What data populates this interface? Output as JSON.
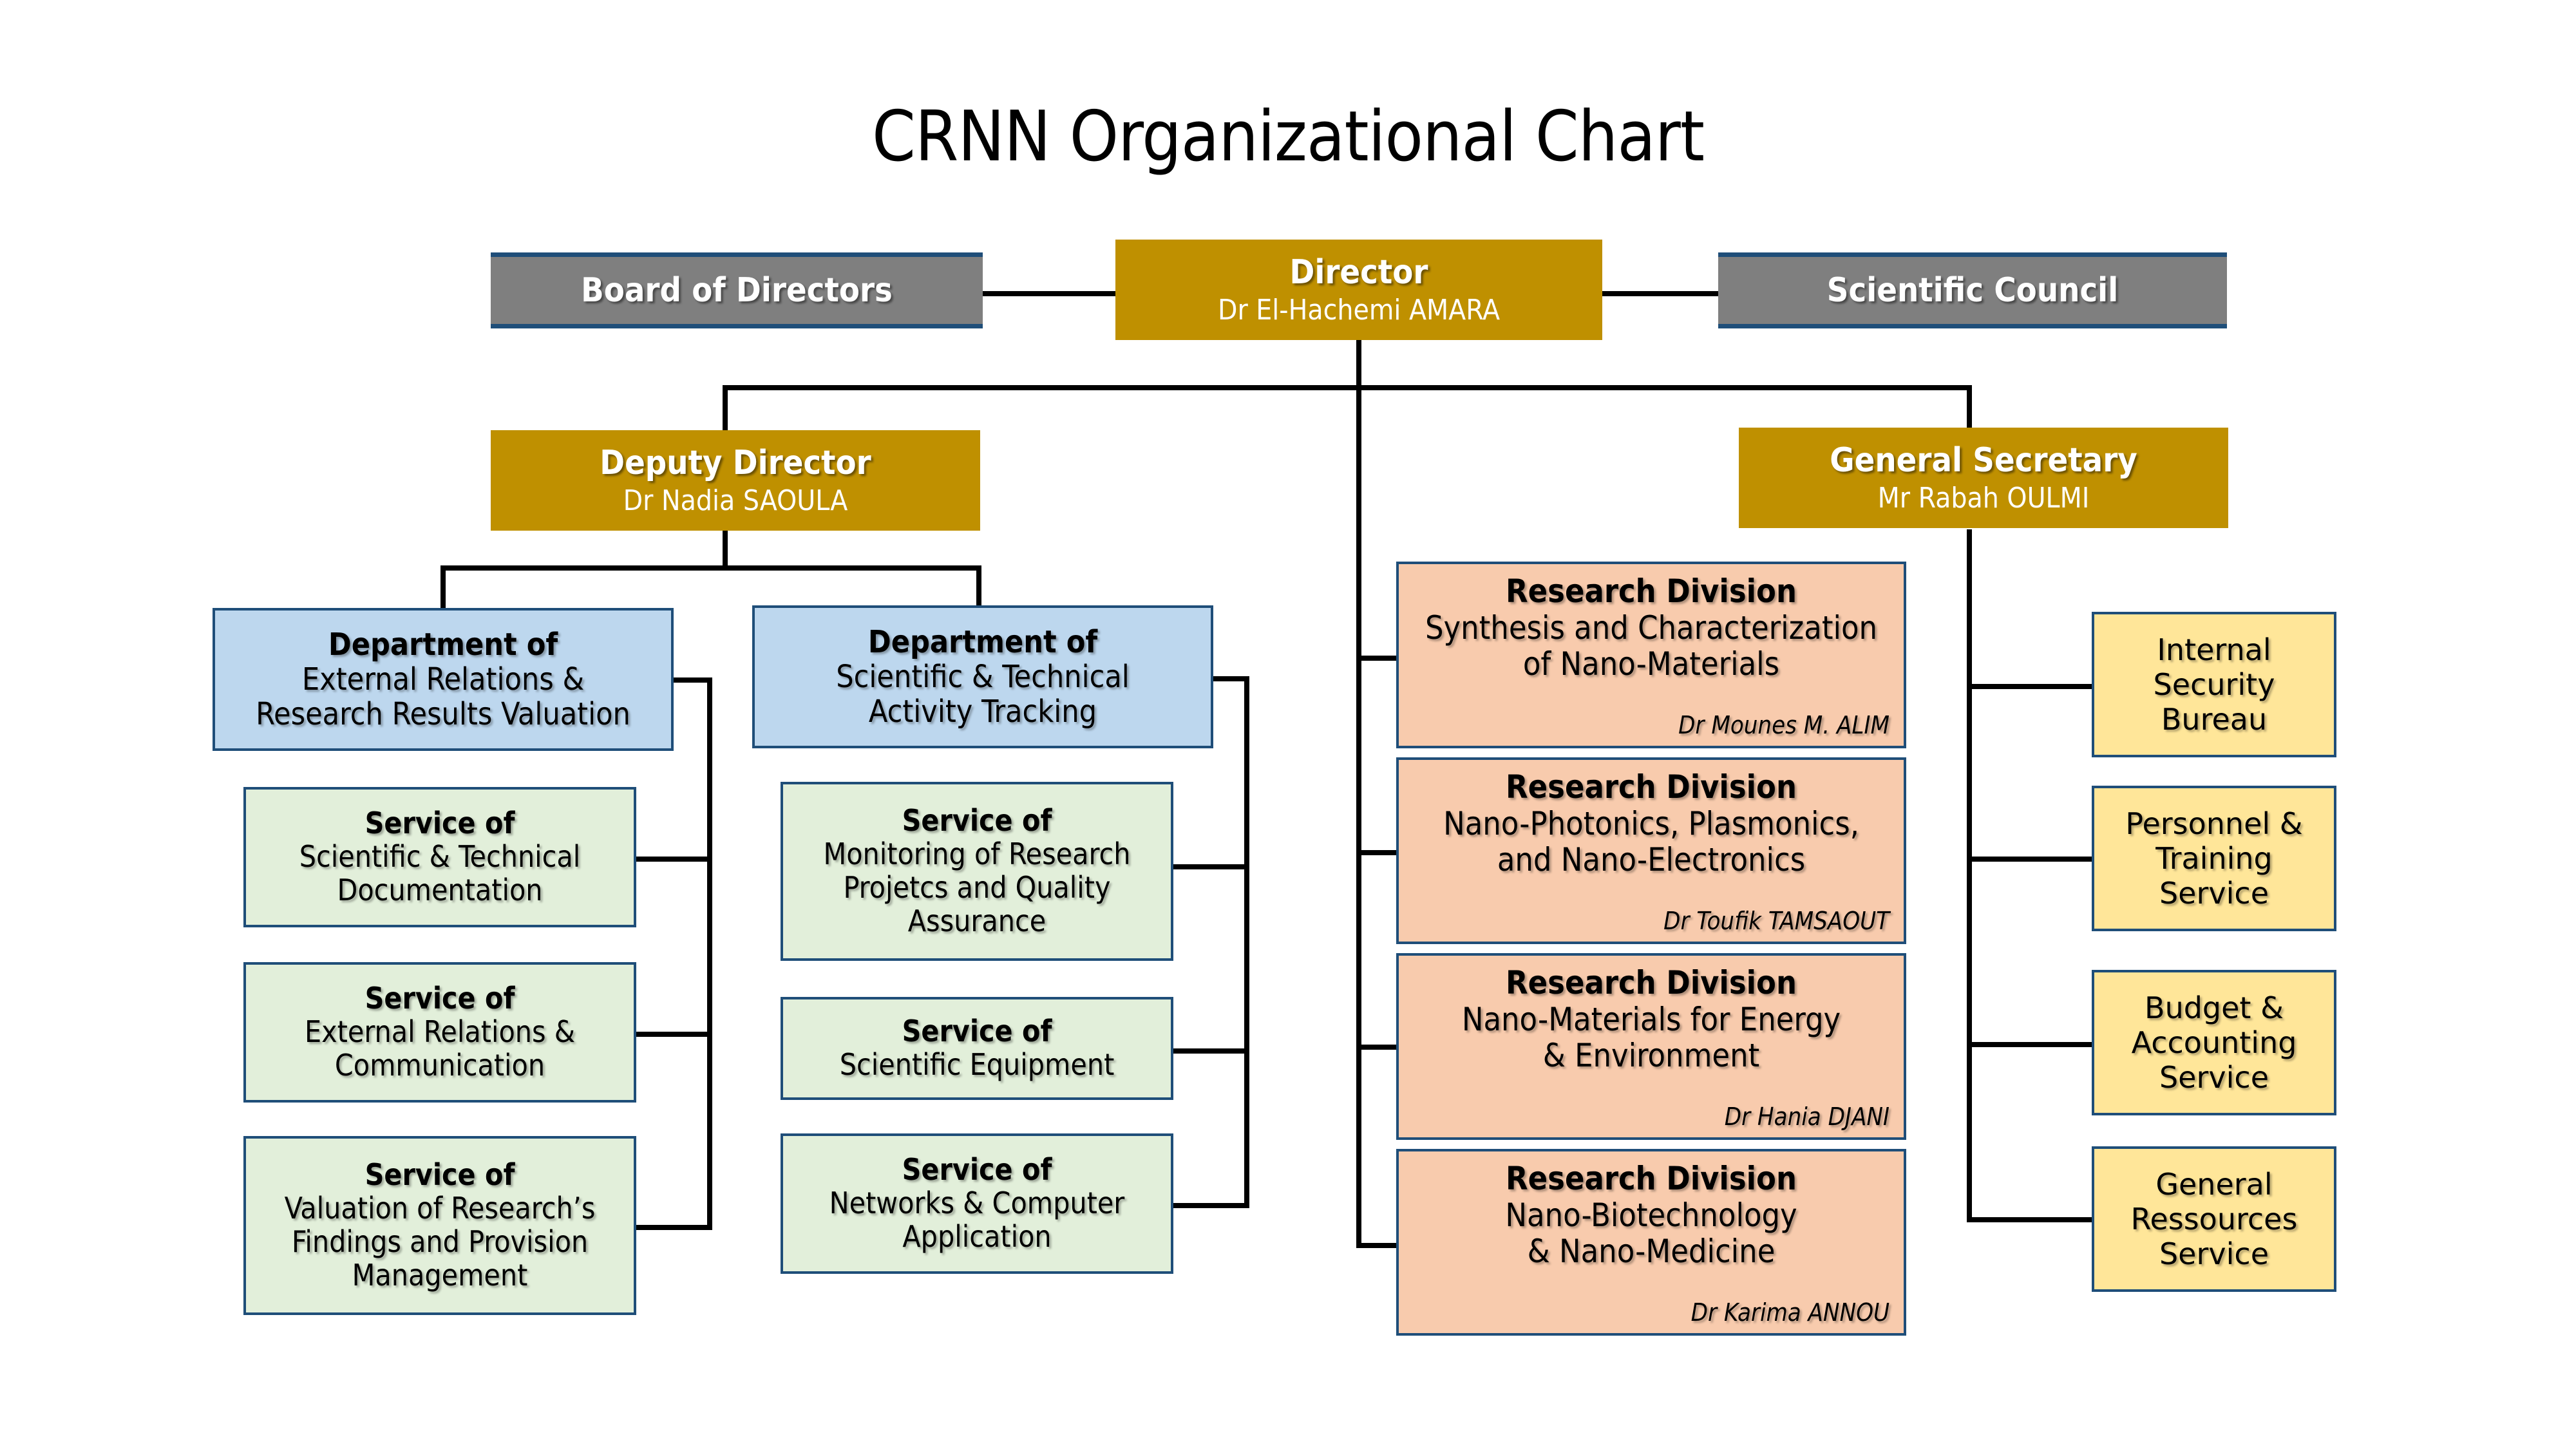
{
  "title": "CRNN Organizational Chart",
  "colors": {
    "gray": "#7f7f7f",
    "gold": "#bf9000",
    "blue": "#bdd7ee",
    "green": "#e2efda",
    "salmon": "#f8cbad",
    "yellow": "#ffe699",
    "border": "#1f4e79",
    "connector": "#000000",
    "background": "#ffffff"
  },
  "nodes": {
    "board_of_directors": {
      "label": "Board of Directors"
    },
    "scientific_council": {
      "label": "Scientific Council"
    },
    "director": {
      "role": "Director",
      "person": "Dr El-Hachemi AMARA"
    },
    "deputy_director": {
      "role": "Deputy Director",
      "person": "Dr Nadia SAOULA"
    },
    "general_secretary": {
      "role": "General Secretary",
      "person": "Mr Rabah OULMI"
    }
  },
  "departments": [
    {
      "line1": "Department of",
      "line2": "External Relations &",
      "line3": "Research Results Valuation",
      "services": [
        {
          "line1": "Service of",
          "line2": "Scientific & Technical",
          "line3": "Documentation"
        },
        {
          "line1": "Service of",
          "line2": "External Relations &",
          "line3": "Communication"
        },
        {
          "line1": "Service of",
          "line2": "Valuation of Research’s",
          "line3": "Findings and Provision",
          "line4": "Management"
        }
      ]
    },
    {
      "line1": "Department of",
      "line2": "Scientific & Technical",
      "line3": "Activity Tracking",
      "services": [
        {
          "line1": "Service of",
          "line2": "Monitoring of Research",
          "line3": "Projetcs and Quality",
          "line4": "Assurance"
        },
        {
          "line1": "Service of",
          "line2": "Scientific Equipment"
        },
        {
          "line1": "Service of",
          "line2": "Networks & Computer",
          "line3": "Application"
        }
      ]
    }
  ],
  "research_divisions": [
    {
      "heading": "Research Division",
      "line1": "Synthesis and Characterization",
      "line2": "of Nano-Materials",
      "head": "Dr Mounes M. ALIM"
    },
    {
      "heading": "Research Division",
      "line1": "Nano-Photonics, Plasmonics,",
      "line2": "and Nano-Electronics",
      "head": "Dr Toufik TAMSAOUT"
    },
    {
      "heading": "Research Division",
      "line1": "Nano-Materials for Energy",
      "line2": "& Environment",
      "head": "Dr Hania DJANI"
    },
    {
      "heading": "Research Division",
      "line1": "Nano-Biotechnology",
      "line2": "& Nano-Medicine",
      "head": "Dr Karima ANNOU"
    }
  ],
  "secretary_units": [
    {
      "line1": "Internal",
      "line2": "Security",
      "line3": "Bureau"
    },
    {
      "line1": "Personnel &",
      "line2": "Training",
      "line3": "Service"
    },
    {
      "line1": "Budget &",
      "line2": "Accounting",
      "line3": "Service"
    },
    {
      "line1": "General",
      "line2": "Ressources",
      "line3": "Service"
    }
  ]
}
